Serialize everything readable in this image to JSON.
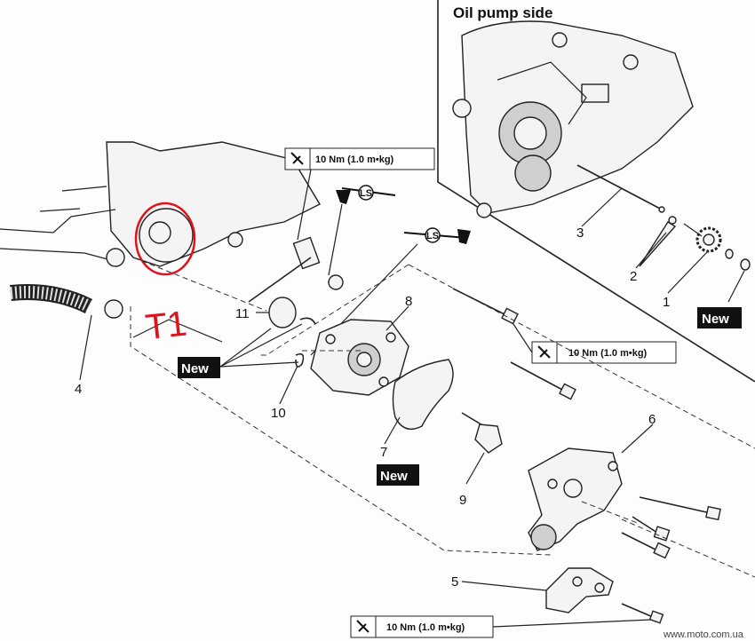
{
  "title": "Oil pump side",
  "torque_label": "10 Nm (1.0 m•kg)",
  "new_label": "New",
  "lubricant_label": "LS",
  "annotation": "T1",
  "watermark": "www.moto.com.ua",
  "callouts": [
    "1",
    "2",
    "3",
    "4",
    "5",
    "6",
    "7",
    "8",
    "9",
    "10",
    "11"
  ],
  "colors": {
    "annotation": "#e0121b",
    "badge": "#111111",
    "line": "#222222"
  }
}
